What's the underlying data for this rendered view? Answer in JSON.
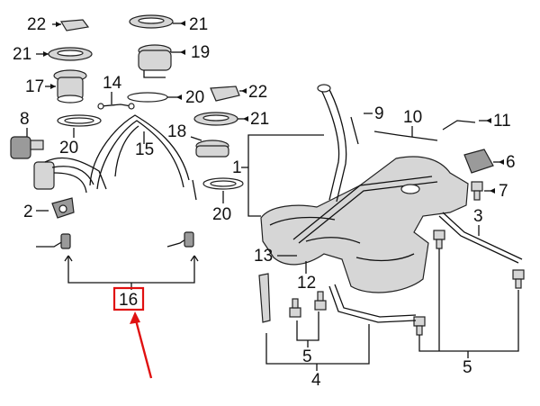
{
  "diagram": {
    "callouts": [
      {
        "key": "c22a",
        "text": "22"
      },
      {
        "key": "c21a",
        "text": "21"
      },
      {
        "key": "c21b",
        "text": "21"
      },
      {
        "key": "c19",
        "text": "19"
      },
      {
        "key": "c17",
        "text": "17"
      },
      {
        "key": "c14",
        "text": "14"
      },
      {
        "key": "c20a",
        "text": "20"
      },
      {
        "key": "c22b",
        "text": "22"
      },
      {
        "key": "c8",
        "text": "8"
      },
      {
        "key": "c20b",
        "text": "20"
      },
      {
        "key": "c15",
        "text": "15"
      },
      {
        "key": "c18",
        "text": "18"
      },
      {
        "key": "c21c",
        "text": "21"
      },
      {
        "key": "c2",
        "text": "2"
      },
      {
        "key": "c20c",
        "text": "20"
      },
      {
        "key": "c9",
        "text": "9"
      },
      {
        "key": "c10",
        "text": "10"
      },
      {
        "key": "c11",
        "text": "11"
      },
      {
        "key": "c1",
        "text": "1"
      },
      {
        "key": "c6",
        "text": "6"
      },
      {
        "key": "c7",
        "text": "7"
      },
      {
        "key": "c3",
        "text": "3"
      },
      {
        "key": "c13",
        "text": "13"
      },
      {
        "key": "c12",
        "text": "12"
      },
      {
        "key": "c16",
        "text": "16"
      },
      {
        "key": "c5a",
        "text": "5"
      },
      {
        "key": "c4",
        "text": "4"
      },
      {
        "key": "c5b",
        "text": "5"
      }
    ],
    "highlight": {
      "label": "16",
      "color": "#e01010"
    },
    "colors": {
      "line": "#111111",
      "highlight": "#e01010",
      "part_fill": "#d6d6d6"
    }
  }
}
